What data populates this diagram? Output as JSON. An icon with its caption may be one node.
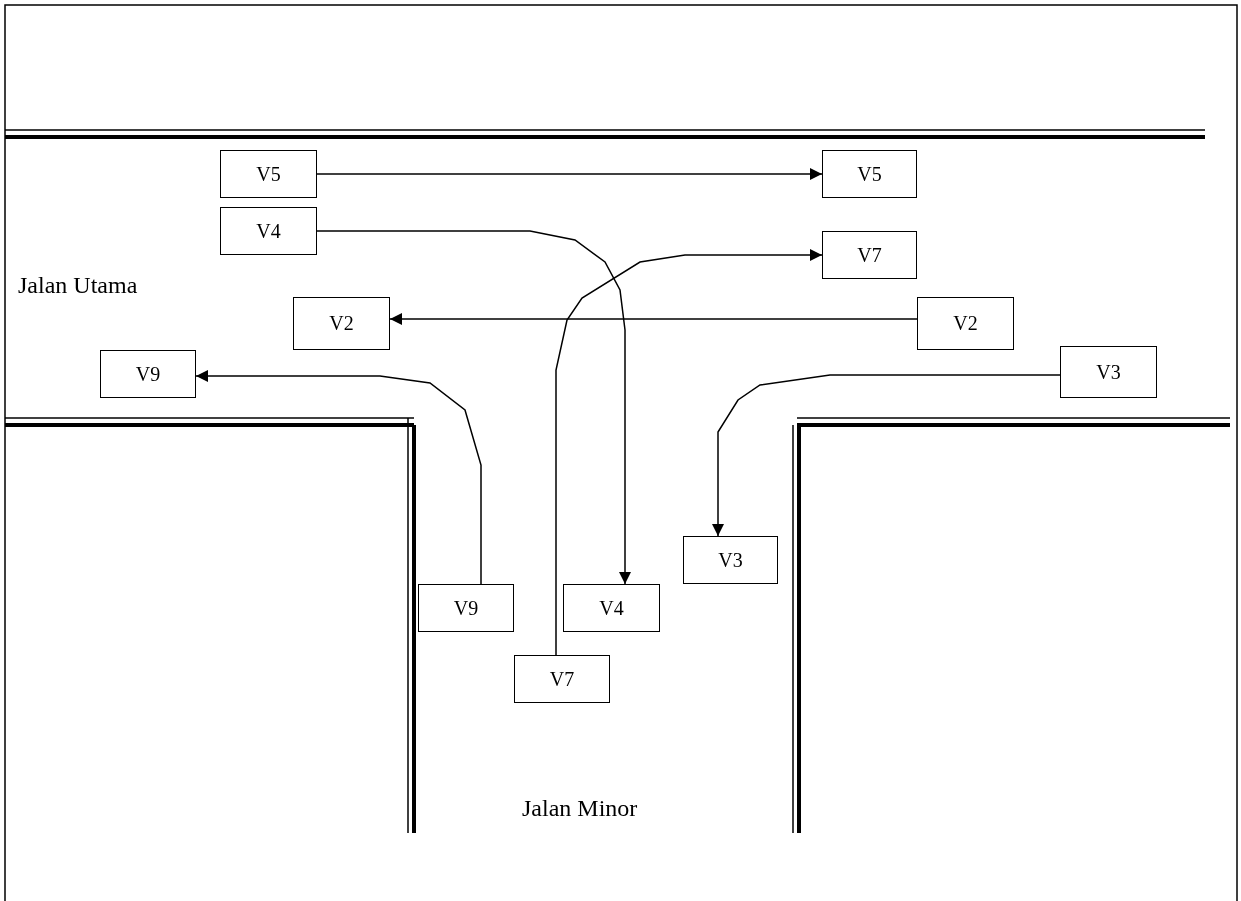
{
  "diagram": {
    "nodes": [
      {
        "text": [
          "V5"
        ]
      },
      {
        "text": [
          "V5"
        ]
      },
      {
        "text": [
          "V4"
        ]
      },
      {
        "text": [
          "V7"
        ]
      },
      {
        "text": [
          "V2"
        ]
      },
      {
        "text": [
          "V2"
        ]
      },
      {
        "text": [
          "V9"
        ]
      },
      {
        "text": [
          "V3"
        ]
      },
      {
        "text": [
          "V3"
        ]
      },
      {
        "text": [
          "V9"
        ]
      },
      {
        "text": [
          "V4"
        ]
      },
      {
        "text": [
          "V7"
        ]
      }
    ],
    "edges": [
      {
        "from": 0,
        "to": 1,
        "arrow": "to"
      },
      {
        "from": 2,
        "to": 10,
        "arrow": "to"
      },
      {
        "from": 11,
        "to": 3,
        "arrow": "to"
      },
      {
        "from": 5,
        "to": 4,
        "arrow": "to"
      },
      {
        "from": 9,
        "to": 6,
        "arrow": "to"
      },
      {
        "from": 7,
        "to": 8,
        "arrow": "to"
      }
    ],
    "labels": [
      "Jalan Utama",
      "Jalan Minor"
    ]
  }
}
